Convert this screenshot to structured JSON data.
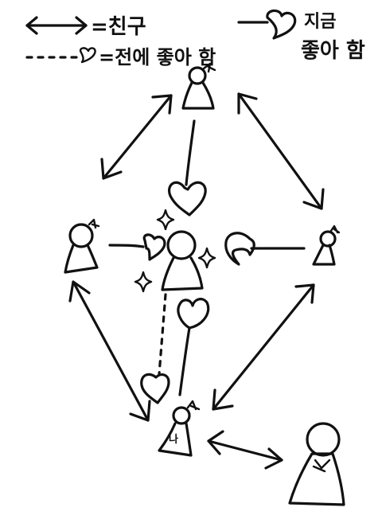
{
  "legend": {
    "friend": {
      "label": "=친구"
    },
    "liked_before": {
      "label": "=전에 좋아 함"
    },
    "like_now": {
      "line1": "지금",
      "line2": "좋아 함"
    }
  },
  "me": {
    "label": "나"
  }
}
